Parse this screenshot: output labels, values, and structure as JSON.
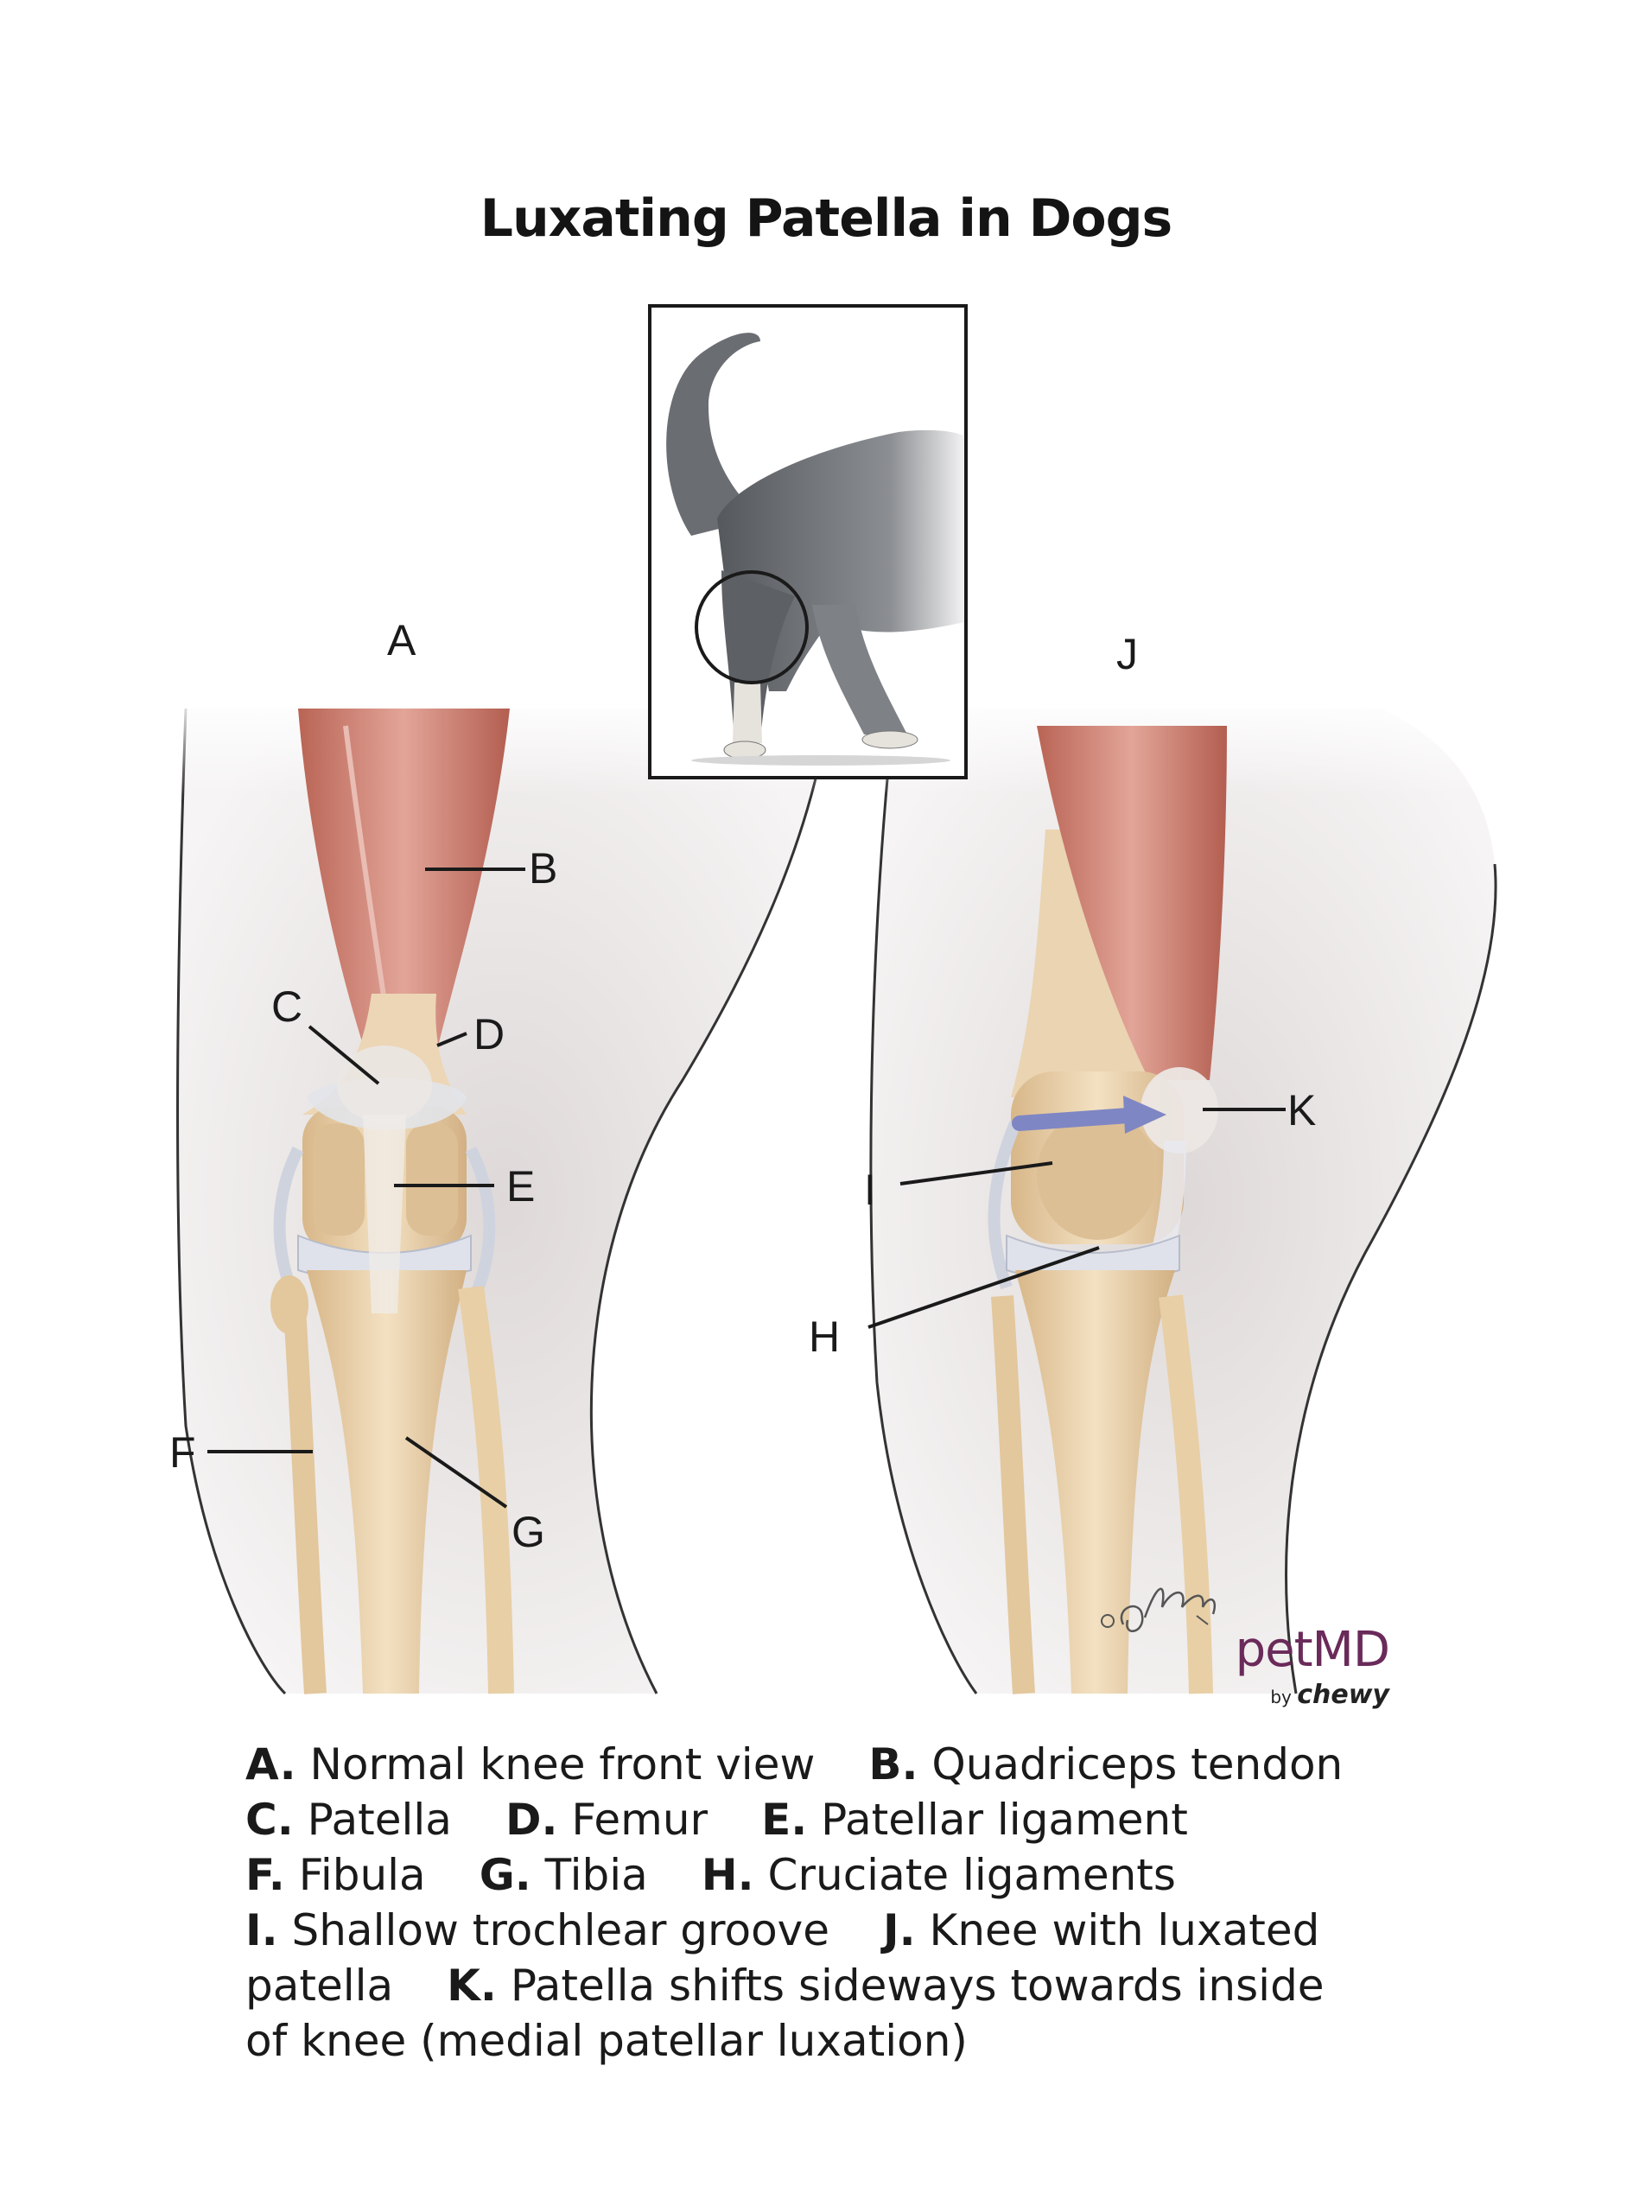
{
  "title": "Luxating Patella in Dogs",
  "labels": {
    "A": "A",
    "B": "B",
    "C": "C",
    "D": "D",
    "E": "E",
    "F": "F",
    "G": "G",
    "H": "H",
    "I": "I",
    "J": "J",
    "K": "K"
  },
  "signature": "©O'Keefe '24",
  "logo": {
    "brand": "petMD",
    "by": "by",
    "chewy": "chewy"
  },
  "legend": {
    "line1": [
      {
        "key": "A.",
        "text": " Normal knee front view"
      },
      {
        "key": "B.",
        "text": " Quadriceps tendon"
      }
    ],
    "line2": [
      {
        "key": "C.",
        "text": " Patella"
      },
      {
        "key": "D.",
        "text": " Femur"
      },
      {
        "key": "E.",
        "text": " Patellar ligament"
      }
    ],
    "line3": [
      {
        "key": "F.",
        "text": " Fibula"
      },
      {
        "key": "G.",
        "text": " Tibia"
      },
      {
        "key": "H.",
        "text": " Cruciate ligaments"
      }
    ],
    "line4": [
      {
        "key": "I.",
        "text": " Shallow trochlear groove"
      },
      {
        "key": "J.",
        "text": " Knee with luxated"
      }
    ],
    "line5_start": "patella",
    "line5": {
      "key": "K.",
      "text": " Patella shifts sideways towards inside"
    },
    "line6": "of knee (medial patellar luxation)"
  },
  "colors": {
    "skin": "#e4e0df",
    "muscle": "#c8776a",
    "bone": "#e8cfa6",
    "cartilage": "#d7dbe6",
    "arrow": "#7f86c4",
    "brand": "#6a2a5a"
  }
}
